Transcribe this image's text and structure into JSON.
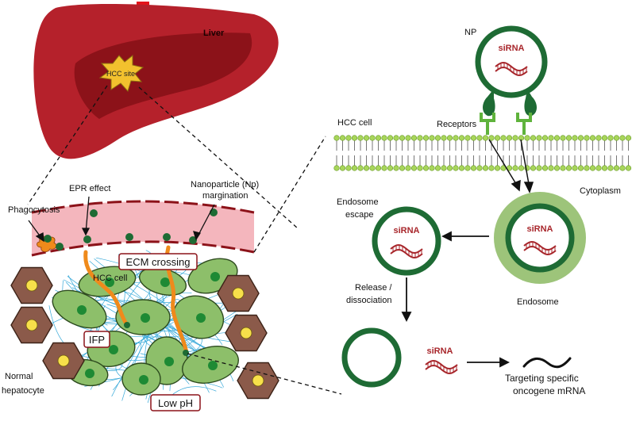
{
  "labels": {
    "liver": "Liver",
    "hcc_site": "HCC site",
    "phagocytosis": "Phagocytosis",
    "epr_effect": "EPR effect",
    "np_margination_line1": "Nanoparticle (Np)",
    "np_margination_line2": "margination",
    "ecm_crossing": "ECM crossing",
    "hcc_cell_tissue": "HCC cell",
    "ifp": "IFP",
    "low_ph": "Low pH",
    "normal_hepatocyte_line1": "Normal",
    "normal_hepatocyte_line2": "hepatocyte",
    "np": "NP",
    "sirna": "siRNA",
    "receptors": "Receptors",
    "hcc_cell_membrane": "HCC cell",
    "cytoplasm": "Cytoplasm",
    "endosome_escape_line1": "Endosome",
    "endosome_escape_line2": "escape",
    "endosome": "Endosome",
    "release_line1": "Release /",
    "release_line2": "dissociation",
    "targeting_line1": "Targeting specific",
    "targeting_line2": "oncogene mRNA"
  },
  "colors": {
    "liver_light": "#b5212b",
    "liver_dark": "#8c1219",
    "hcc_site": "#f2c12e",
    "vessel": "#f4b6bd",
    "vessel_border": "#8c1219",
    "np_green": "#1e6b34",
    "hcc_cell_fill": "#8dbf6a",
    "hepatocyte": "#8b5a4a",
    "hepatocyte_nucleus": "#f7e04a",
    "ecm_fiber": "#35a8d8",
    "orange_path": "#ef8a1b",
    "sirna_text": "#a8262b",
    "membrane_head": "#a8d65a",
    "endosome_outer": "#9dc47a",
    "receptor_green": "#5fb33c"
  }
}
